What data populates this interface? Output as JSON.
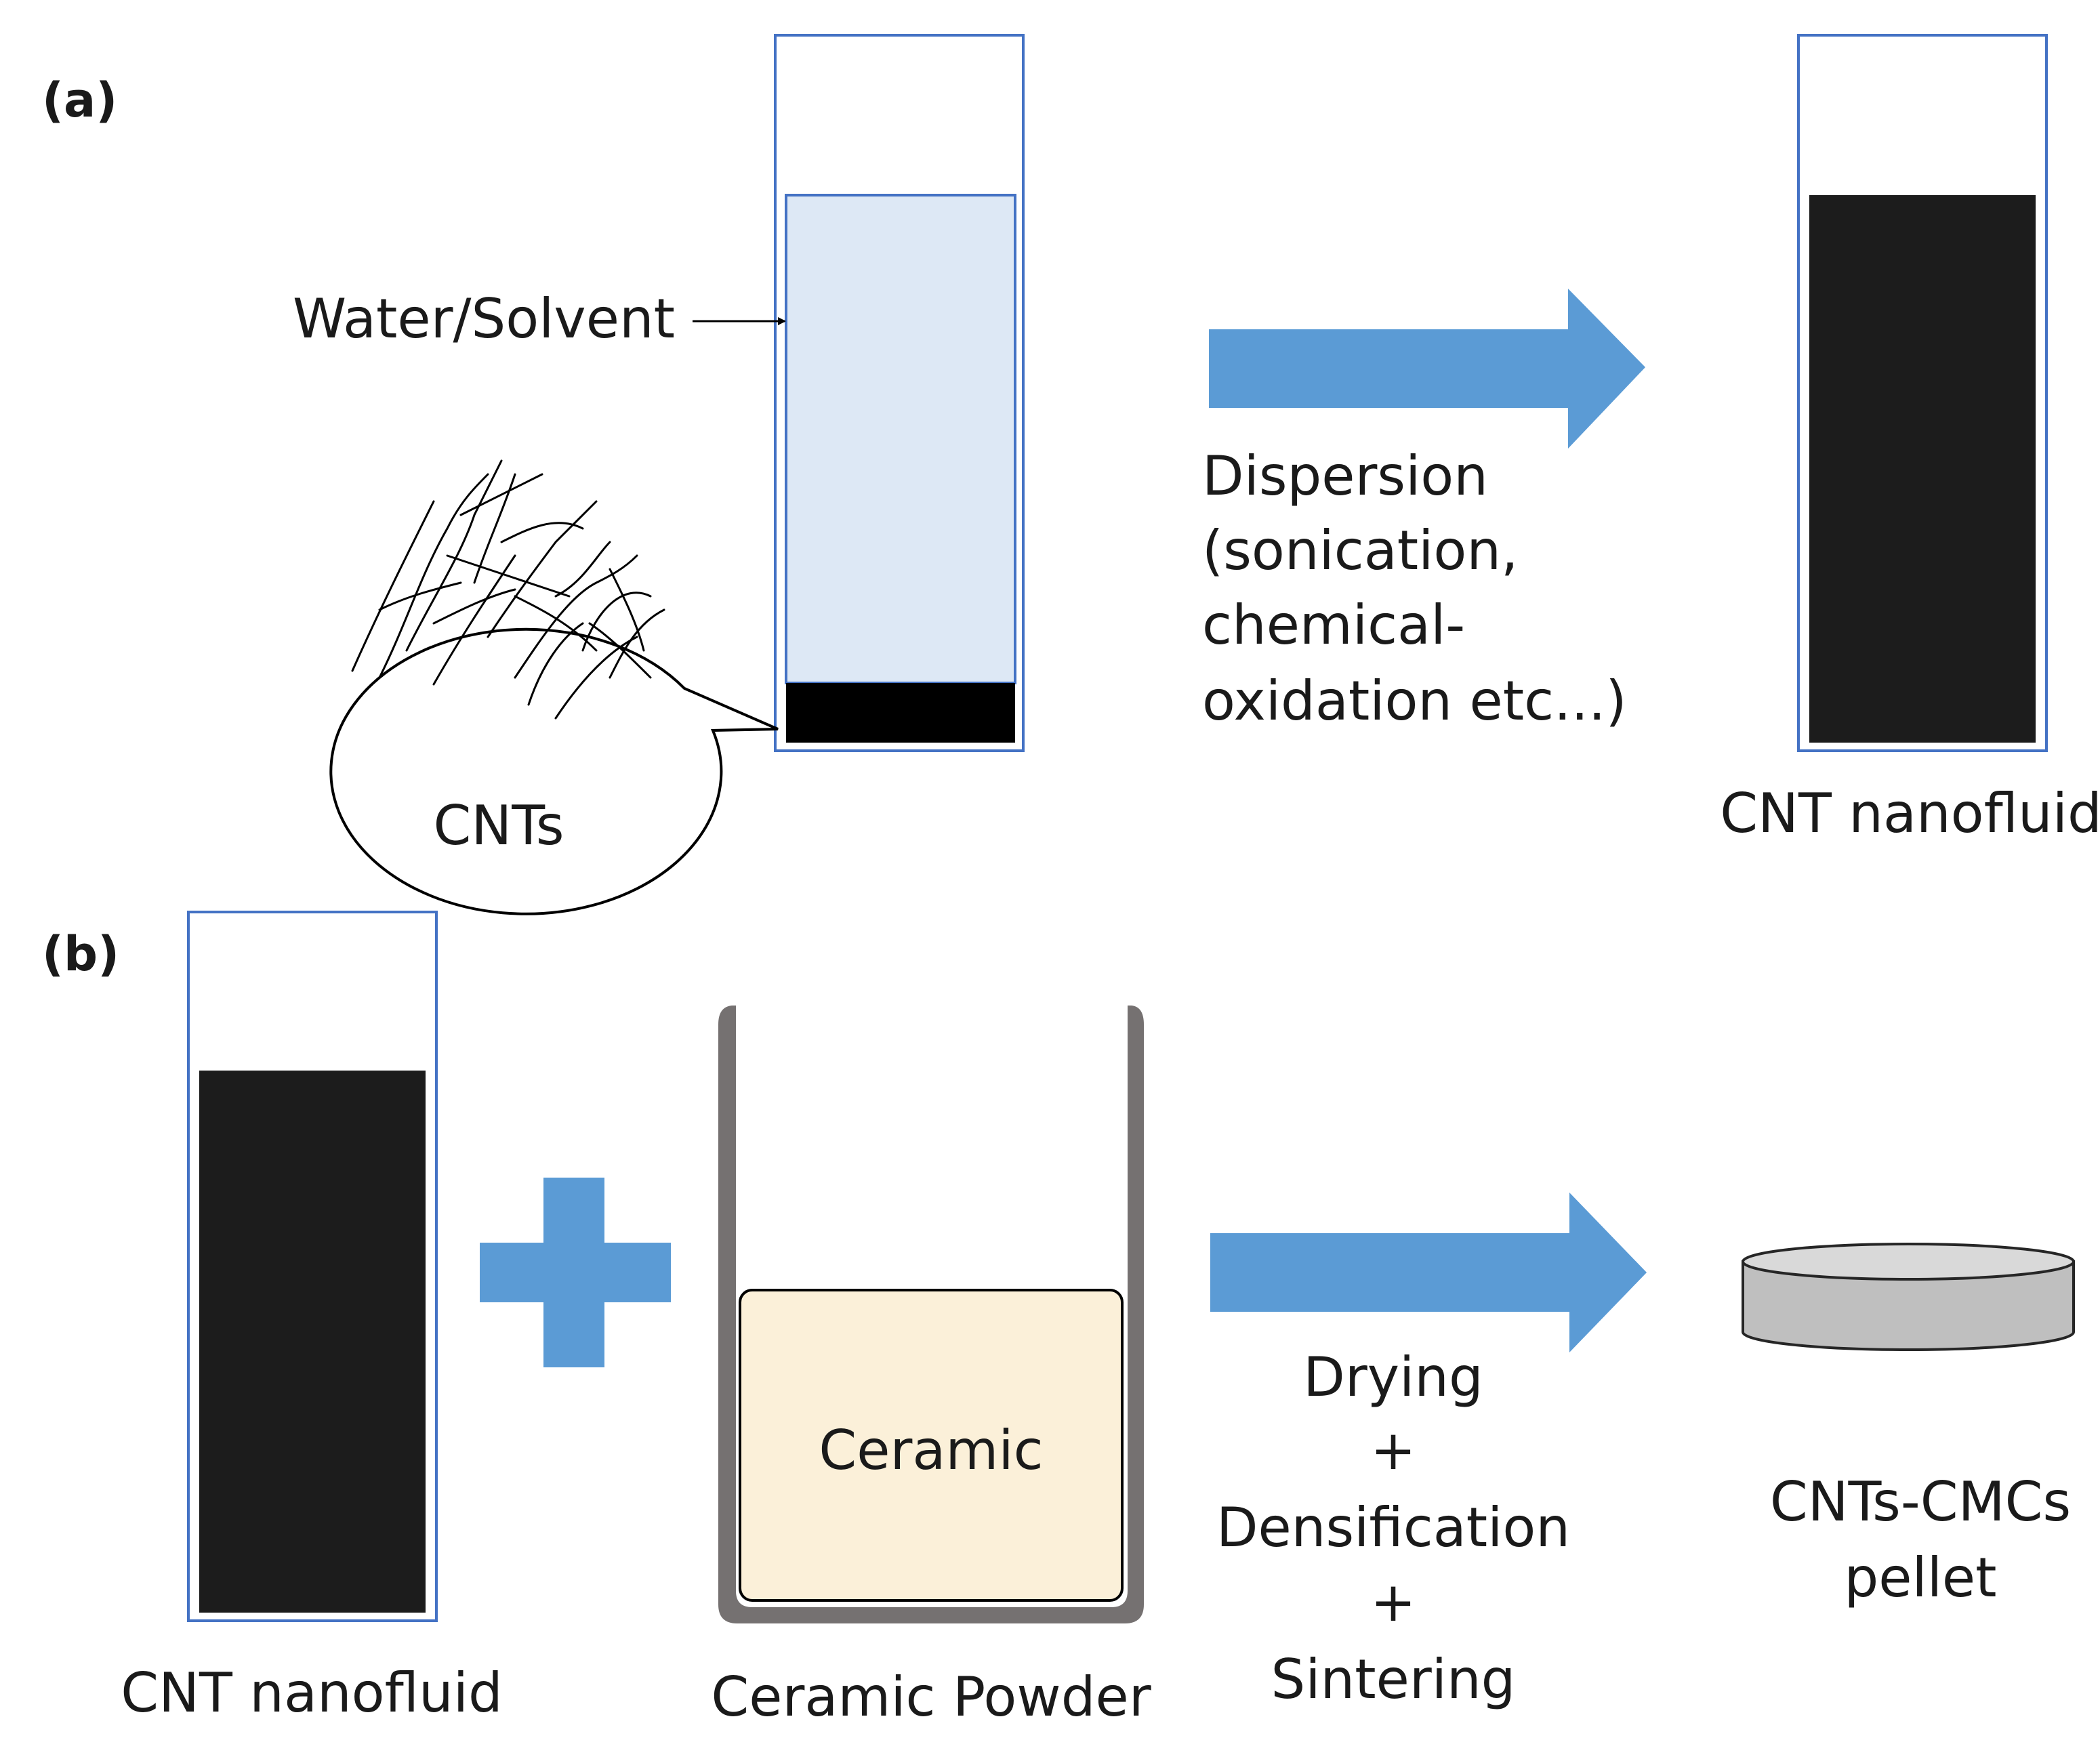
{
  "panel_a": {
    "label": "(a)",
    "solvent_label": "Water/Solvent",
    "cnts_label": "CNTs",
    "process_lines": [
      "Dispersion",
      "(sonication,",
      "chemical-",
      "oxidation etc...)"
    ],
    "product_label": "CNT nanofluid"
  },
  "panel_b": {
    "label": "(b)",
    "nanofluid_label": "CNT nanofluid",
    "ceramic_inner_label": "Ceramic",
    "ceramic_caption": "Ceramic Powder",
    "process_lines": [
      "Drying",
      "+",
      "Densification",
      "+",
      "Sintering"
    ],
    "product_lines": [
      "CNTs-CMCs",
      "pellet"
    ]
  },
  "colors": {
    "arrow_blue": "#5b9bd5",
    "vial_outline": "#4472c4",
    "solvent_fill": "#dde8f5",
    "cnt_black": "#000000",
    "nanofluid_dark": "#1c1c1c",
    "crucible_gray": "#757171",
    "ceramic_fill": "#fbf0d9",
    "pellet_gray": "#bfbfbf"
  }
}
